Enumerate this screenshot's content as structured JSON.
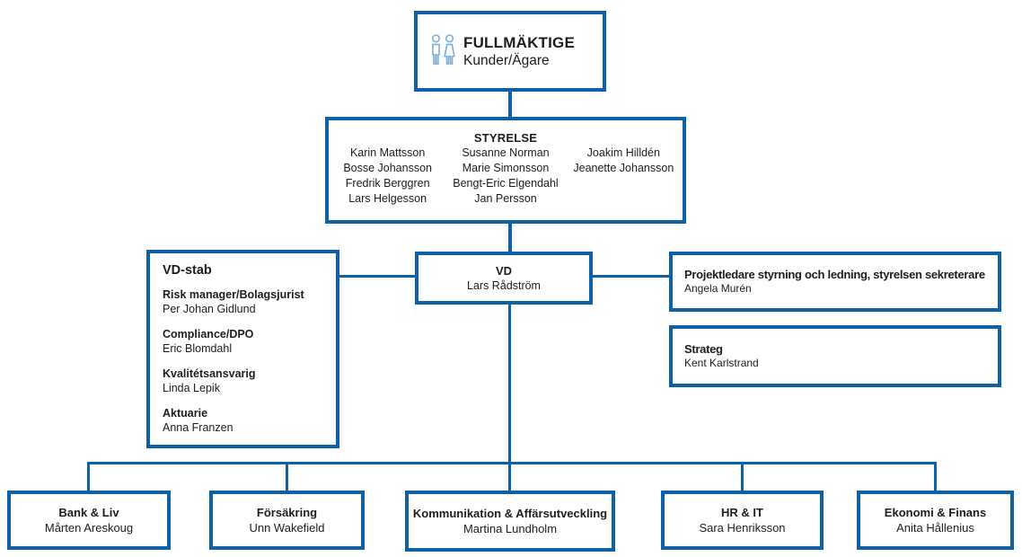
{
  "colors": {
    "border_blue": "#0f61a5",
    "icon_blue": "#7fadd3",
    "text": "#1d1d1b"
  },
  "org_chart": {
    "fullmaktige": {
      "icon": "people-icon",
      "title": "FULLMÄKTIGE",
      "subtitle": "Kunder/Ägare"
    },
    "styrelse": {
      "title": "STYRELSE",
      "columns": [
        [
          "Karin Mattsson",
          "Bosse Johansson",
          "Fredrik Berggren",
          "Lars Helgesson"
        ],
        [
          "Susanne Norman",
          "Marie Simonsson",
          "Bengt-Eric Elgendahl",
          "Jan Persson"
        ],
        [
          "Joakim Hilldén",
          "Jeanette Johansson"
        ]
      ]
    },
    "vd": {
      "title": "VD",
      "name": "Lars Rådström"
    },
    "vd_stab": {
      "title": "VD-stab",
      "members": [
        {
          "role": "Risk manager/Bolagsjurist",
          "name": "Per Johan Gidlund"
        },
        {
          "role": "Compliance/DPO",
          "name": "Eric Blomdahl"
        },
        {
          "role": "Kvalitétsansvarig",
          "name": "Linda Lepik"
        },
        {
          "role": "Aktuarie",
          "name": "Anna Franzen"
        }
      ]
    },
    "projektledare": {
      "title": "Projektledare styrning och ledning, styrelsen sekreterare",
      "name": "Angela Murén"
    },
    "strateg": {
      "title": "Strateg",
      "name": "Kent Karlstrand"
    },
    "departments": [
      {
        "title": "Bank & Liv",
        "name": "Mårten Areskoug"
      },
      {
        "title": "Försäkring",
        "name": "Unn Wakefield"
      },
      {
        "title": "Kommunikation & Affärsutveckling",
        "name": "Martina Lundholm"
      },
      {
        "title": "HR & IT",
        "name": "Sara Henriksson"
      },
      {
        "title": "Ekonomi & Finans",
        "name": "Anita Hållenius"
      }
    ]
  }
}
